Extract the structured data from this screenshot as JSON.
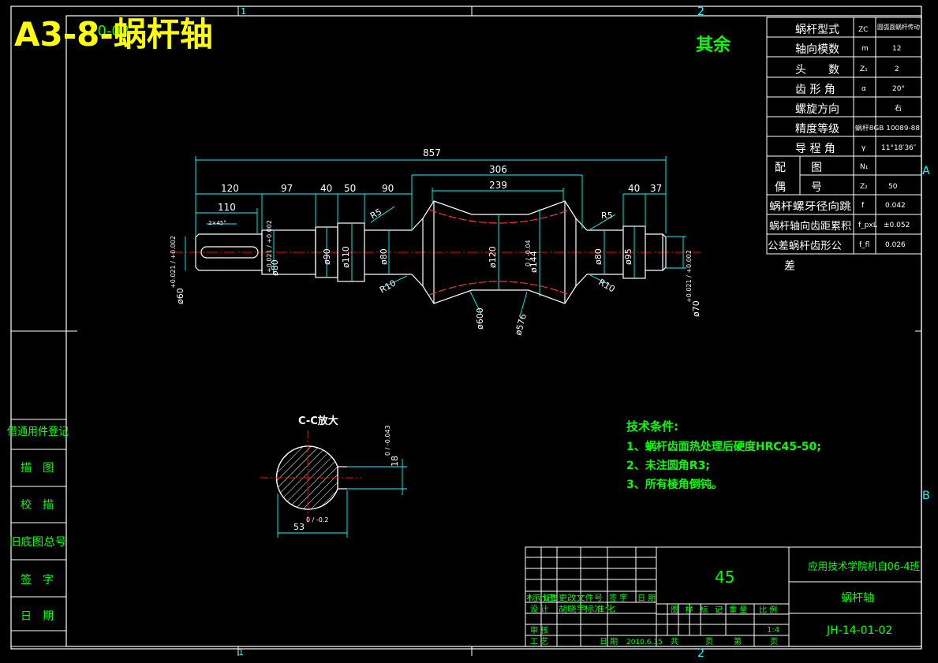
{
  "title_banner": "A3-8-蜗杆轴",
  "overlap_label": "10-02",
  "border": {
    "zone_top_1": "1",
    "zone_top_2": "2",
    "zone_bot_1": "1",
    "zone_bot_2": "2",
    "zone_right_a": "A",
    "zone_right_b": "B"
  },
  "surface_note": "其余",
  "params": [
    {
      "name": "蜗杆型式",
      "sym": "ZC",
      "val": "圆弧面蜗杆传动"
    },
    {
      "name": "轴向模数",
      "sym": "m",
      "val": "12"
    },
    {
      "name": "头　　数",
      "sym": "Z₁",
      "val": "2"
    },
    {
      "name": "齿 形 角",
      "sym": "α",
      "val": "20°"
    },
    {
      "name": "螺旋方向",
      "sym": "",
      "val": "右"
    },
    {
      "name": "精度等级",
      "sym": "",
      "val": "蜗杆8GB 10089-88"
    },
    {
      "name": "导 程 角",
      "sym": "γ",
      "val": "11°18′36″"
    },
    {
      "name": "配　　图",
      "sym": "N₁",
      "val": ""
    },
    {
      "name": "偶　　号",
      "sym": "Z₂",
      "val": "50"
    },
    {
      "name": "蜗杆螺牙径向跳",
      "sym": "f",
      "val": "0.042"
    },
    {
      "name": "蜗杆轴向齿距累积",
      "sym": "f_pxL",
      "val": "±0.052"
    },
    {
      "name": "公差蜗杆齿形公",
      "sym": "f_fl",
      "val": "0.026"
    }
  ],
  "params_tail": "差",
  "dims": {
    "overall": "857",
    "d120": "120",
    "d110": "110",
    "d97": "97",
    "d40a": "40",
    "d50": "50",
    "d90": "90",
    "d306": "306",
    "d239": "239",
    "d40b": "40",
    "d37": "37",
    "r5a": "R5",
    "r5b": "R5",
    "r10a": "R10",
    "r10b": "R10",
    "chamfer": "2×45°",
    "dia60": "ø60",
    "dia60_tol": "+0.021 / +0.002",
    "dia80a": "ø80",
    "dia80a_tol": "+0.021 / +0.002",
    "dia90": "ø90",
    "dia110": "ø110",
    "dia80b": "ø80",
    "dia120": "ø120",
    "dia144": "ø144",
    "dia144_tol": "0 / -0.04",
    "dia80c": "ø80",
    "dia95": "ø95",
    "dia70": "ø70",
    "dia70_tol": "+0.021 / +0.002",
    "dia600": "ø600",
    "dia576": "ø576"
  },
  "section": {
    "title": "C-C放大",
    "width": "18",
    "width_tol": "0 / -0.043",
    "depth": "53",
    "depth_tol": "0 / -0.2"
  },
  "tech": {
    "heading": "技术条件:",
    "items": [
      "1、蜗杆齿面热处理后硬度HRC45-50;",
      "2、未注圆角R3;",
      "3、所有棱角倒钝。"
    ]
  },
  "side_block": [
    "借通用件登记",
    "描　图",
    "校　描",
    "旧底图总号",
    "签　字",
    "日　期"
  ],
  "titleblock": {
    "material": "45",
    "school": "应用技术学院机自06-4班",
    "part_name": "蜗杆轴",
    "drawing_no": "JH-14-01-02",
    "scale": "1:4",
    "hdr": [
      "标记",
      "处数",
      "更改文件号",
      "签 字",
      "日 期"
    ],
    "row_design": [
      "设 计",
      "胡晓宇",
      "标准化"
    ],
    "row_check": "审 核",
    "row_process": "工 艺",
    "date_label": "日 期",
    "date": "2010.6.15",
    "stage_hdr": [
      "图 样 标 记",
      "重 量",
      "比 例"
    ],
    "total": "共",
    "sheet_word": "页",
    "page": "第",
    "page_word": "页"
  },
  "colors": {
    "bg": "#000000",
    "line": "#ffffff",
    "dim": "#00ffff",
    "text": "#00ff00",
    "center": "#ff0000",
    "title": "#ffff00"
  }
}
